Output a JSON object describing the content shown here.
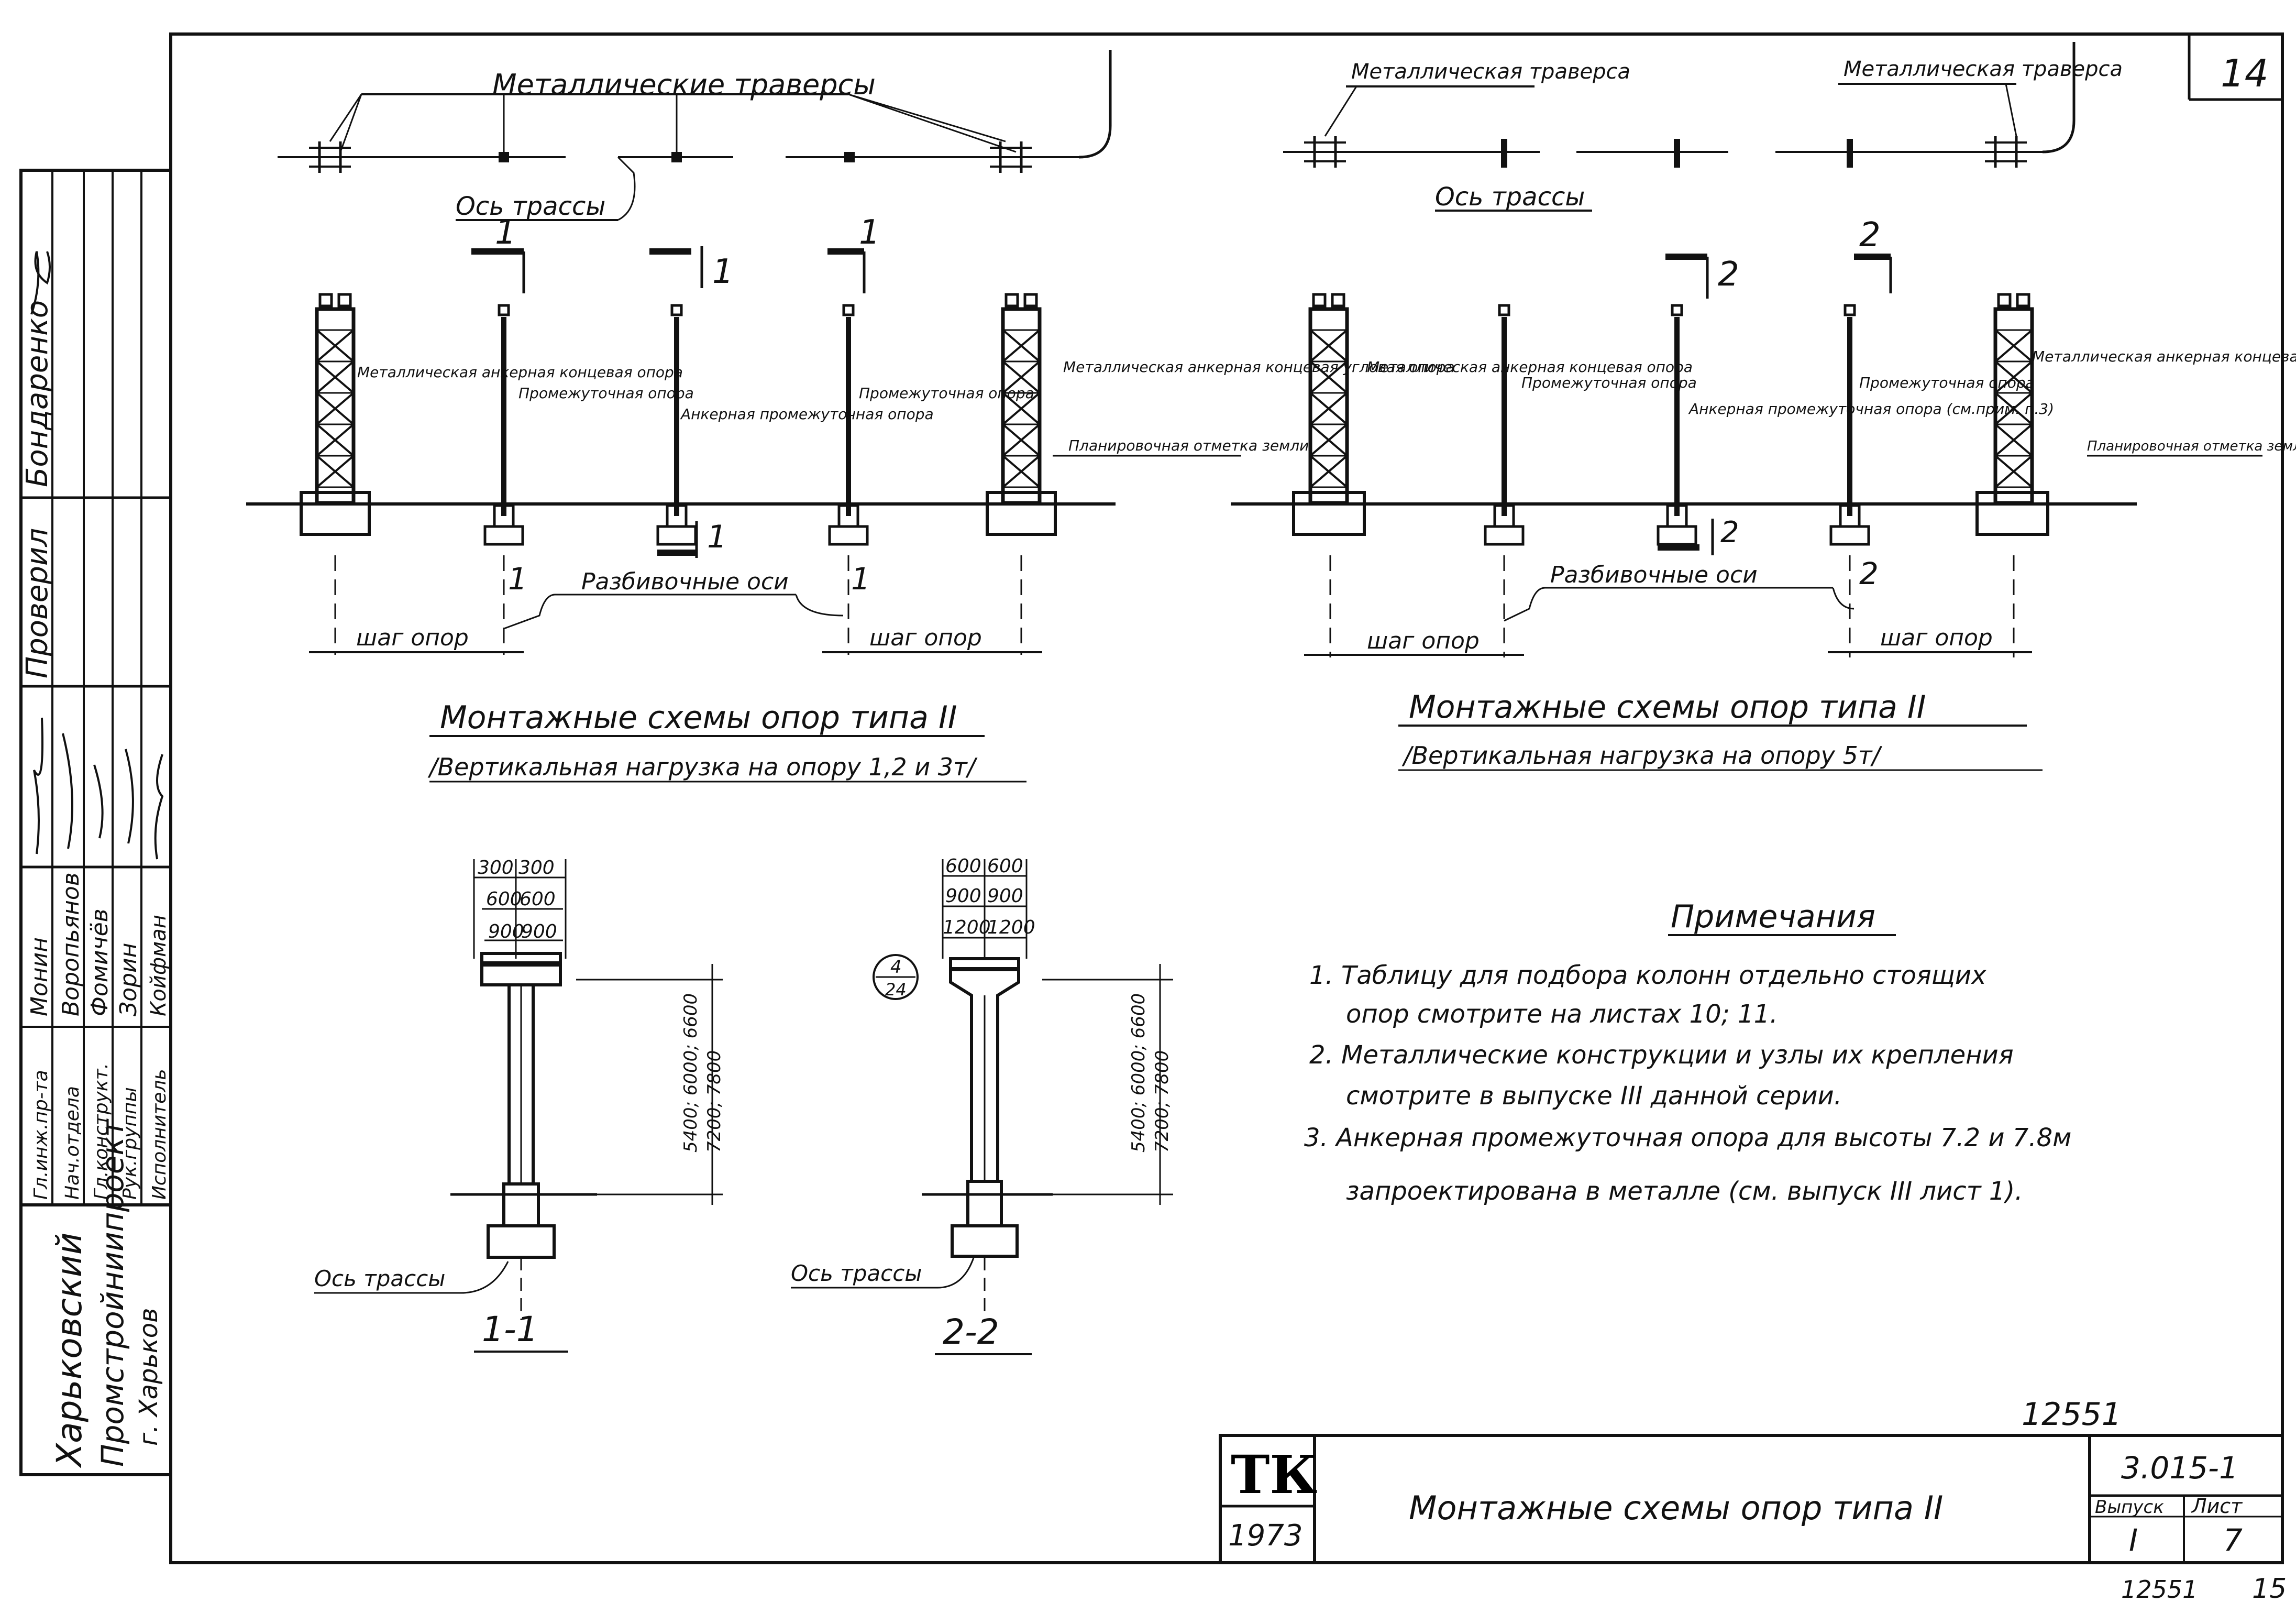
{
  "sheet_corner_number": "14",
  "stamp_number": "12551",
  "page_mark": "15",
  "left_diagram": {
    "traverse_label": "Металлические траверсы",
    "axis_label": "Ось трассы",
    "section_mark": "1",
    "support_labels": [
      "Металлическая анкерная концевая опора",
      "Промежуточная опора",
      "Анкерная промежуточная опора",
      "Промежуточная опора",
      "Металлическая анкерная концевая угловая опора"
    ],
    "ground_mark_label": "Планировочная отметка земли",
    "breakdown_axes_label": "Разбивочные оси",
    "step_label": "шаг опор",
    "caption": "Монтажные схемы опор типа II",
    "load_note": "/Вертикальная нагрузка на опору 1,2 и 3т/"
  },
  "right_diagram": {
    "traverse_label": "Металлическая траверса",
    "axis_label": "Ось трассы",
    "section_mark": "2",
    "support_labels": [
      "Металлическая анкерная концевая опора",
      "Промежуточная опора",
      "Анкерная промежуточная опора (см.прим. п.3)",
      "Промежуточная опора",
      "Металлическая анкерная концевая угловая опора"
    ],
    "ground_mark_label": "Планировочная отметка земли",
    "breakdown_axes_label": "Разбивочные оси",
    "step_label": "шаг опор",
    "caption": "Монтажные схемы опор типа II",
    "load_note": "/Вертикальная нагрузка на опору 5т/"
  },
  "section_1": {
    "label": "1-1",
    "axis_label": "Ось трассы",
    "dims": [
      "300",
      "300",
      "600",
      "600",
      "900",
      "900"
    ],
    "height_dims": "5400; 6000; 6600",
    "height_dims_2": "7200; 7800"
  },
  "section_2": {
    "label": "2-2",
    "axis_label": "Ось трассы",
    "dims": [
      "600",
      "600",
      "900",
      "900",
      "1200",
      "1200"
    ],
    "height_dims": "5400; 6000; 6600",
    "height_dims_2": "7200; 7800",
    "ref_top": "4",
    "ref_bottom": "24"
  },
  "notes": {
    "title": "Примечания",
    "items": [
      "1. Таблицу для подбора колонн отдельно стоящих",
      "опор смотрите на листах 10; 11.",
      "2. Металлические конструкции и узлы их крепления",
      "смотрите в выпуске III данной серии.",
      "3. Анкерная промежуточная опора для высоты 7.2 и 7.8м",
      "запроектирована в металле (см. выпуск III лист 1)."
    ]
  },
  "title_block": {
    "logo": "ТК",
    "year": "1973",
    "title": "Монтажные схемы опор типа II",
    "doc_number": "3.015-1",
    "issue_label": "Выпуск",
    "sheet_label": "Лист",
    "issue_value": "I",
    "sheet_value": "7",
    "handwritten_number": "12551"
  },
  "left_strip": {
    "org_line1": "Харьковский",
    "org_line2": "Промстройниипроект",
    "org_line3": "г. Харьков",
    "top_names": [
      "Бондаренко",
      "Проверил"
    ],
    "rows": [
      {
        "role": "Гл.инж.пр-та",
        "name": "Монин"
      },
      {
        "role": "Нач.отдела",
        "name": "Воропьянов"
      },
      {
        "role": "Гл.конструкт.",
        "name": "Фомичёв"
      },
      {
        "role": "Рук.группы",
        "name": "Зорин"
      },
      {
        "role": "Исполнитель",
        "name": "Койфман"
      }
    ]
  }
}
